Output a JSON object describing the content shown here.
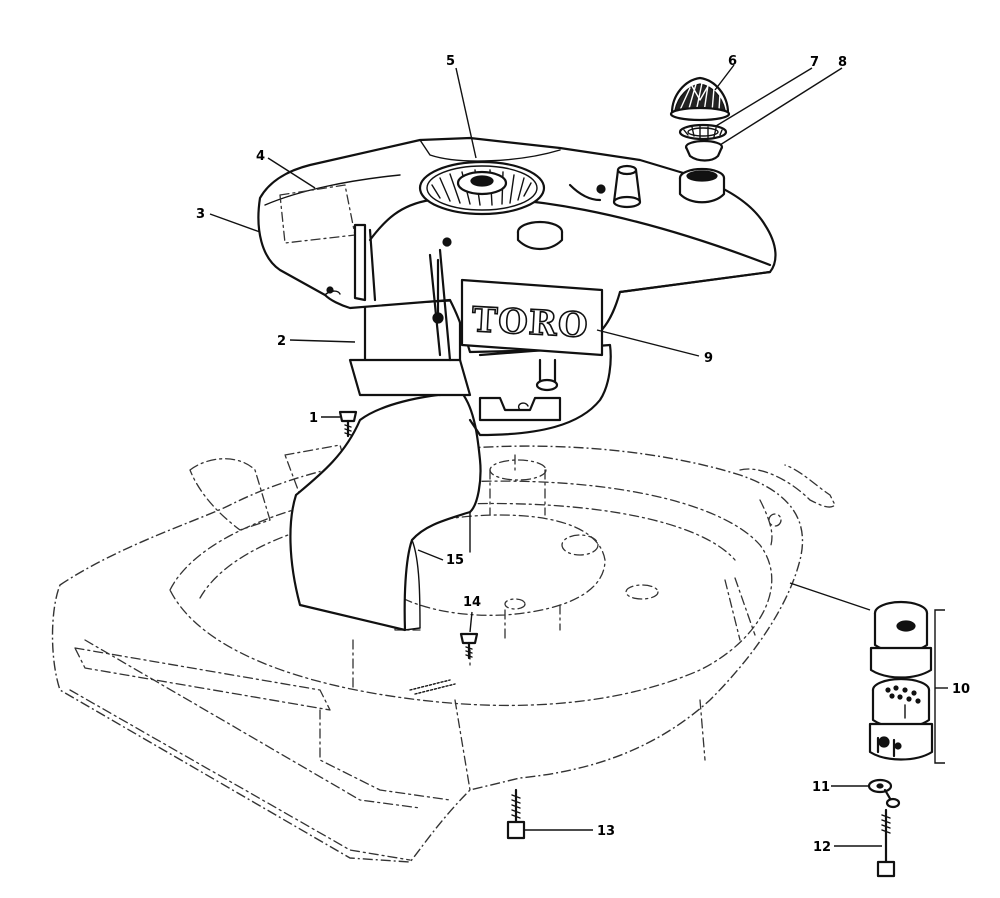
{
  "brand_text": "TORO",
  "callouts": [
    {
      "id": "1",
      "label": "1"
    },
    {
      "id": "2",
      "label": "2"
    },
    {
      "id": "3",
      "label": "3"
    },
    {
      "id": "4",
      "label": "4"
    },
    {
      "id": "5",
      "label": "5"
    },
    {
      "id": "6",
      "label": "6"
    },
    {
      "id": "7",
      "label": "7"
    },
    {
      "id": "8",
      "label": "8"
    },
    {
      "id": "9",
      "label": "9"
    },
    {
      "id": "10",
      "label": "10"
    },
    {
      "id": "11",
      "label": "11"
    },
    {
      "id": "12",
      "label": "12"
    },
    {
      "id": "13",
      "label": "13"
    },
    {
      "id": "14",
      "label": "14"
    },
    {
      "id": "15",
      "label": "15"
    }
  ]
}
